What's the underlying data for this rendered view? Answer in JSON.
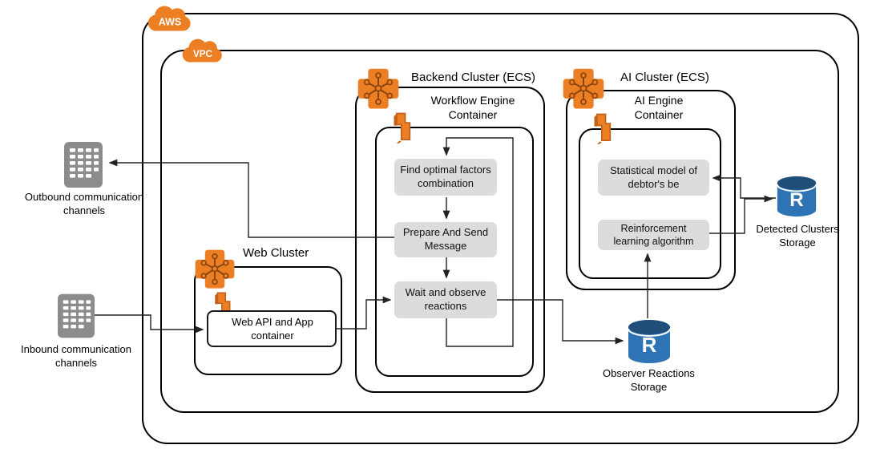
{
  "diagram": {
    "aws": {
      "label": "AWS"
    },
    "vpc": {
      "label": "VPC"
    },
    "backend_cluster": {
      "title": "Backend Cluster (ECS)"
    },
    "workflow_container": {
      "title": "Workflow Engine Container"
    },
    "steps": {
      "find_optimal": "Find optimal factors combination",
      "prepare_send": "Prepare And Send Message",
      "wait_observe": "Wait and observe reactions"
    },
    "ai_cluster": {
      "title": "AI Cluster (ECS)"
    },
    "ai_engine_container": {
      "title": "AI Engine Container"
    },
    "ai_steps": {
      "statistical_model": "Statistical model of debtor's be",
      "reinforcement": "Reinforcement learning algorithm"
    },
    "web_cluster": {
      "title": "Web Cluster"
    },
    "web_api_container": {
      "label": "Web API and App container"
    },
    "external": {
      "outbound": "Outbound communication channels",
      "inbound": "Inbound communication channels"
    },
    "storage": {
      "observer": {
        "letter": "R",
        "label": "Observer Reactions Storage"
      },
      "detected": {
        "letter": "R",
        "label": "Detected Clusters Storage"
      }
    },
    "colors": {
      "aws_orange": "#EC7E23",
      "icon_orange_dark": "#8a450f",
      "node_gray": "#dcdcdc",
      "building_gray": "#8c8c8c",
      "storage_blue": "#2E74B5",
      "storage_blue_dark": "#1F4E79",
      "line_black": "#222222"
    }
  }
}
